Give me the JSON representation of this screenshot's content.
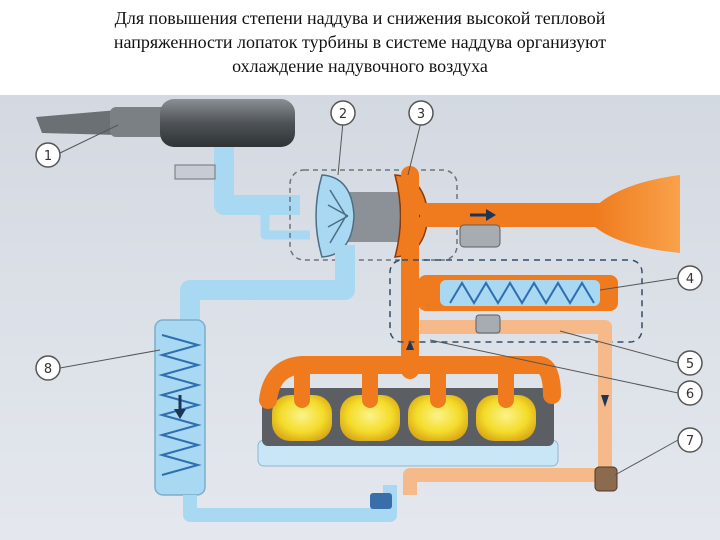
{
  "caption": {
    "line1": "Для повышения степени наддува и снижения высокой тепловой",
    "line2": "напряженности лопаток турбины в системе наддува организуют",
    "line3": "охлаждение надувочного воздуха"
  },
  "callouts": [
    "1",
    "2",
    "3",
    "4",
    "5",
    "6",
    "7",
    "8"
  ],
  "colors": {
    "background": "#d9dee5",
    "cool_air": "#a9d8f2",
    "hot_gas": "#f07b1e",
    "warm_air": "#f6b98a",
    "housing": "#5b5f63",
    "cylinder": "#f4dc2a"
  }
}
